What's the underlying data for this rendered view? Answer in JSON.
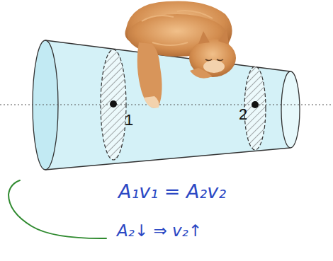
{
  "diagram": {
    "labels": [
      "1",
      "2",
      "A₁v₁ = A₂v₂",
      "A₂↓ ⇒ v₂↑"
    ]
  }
}
